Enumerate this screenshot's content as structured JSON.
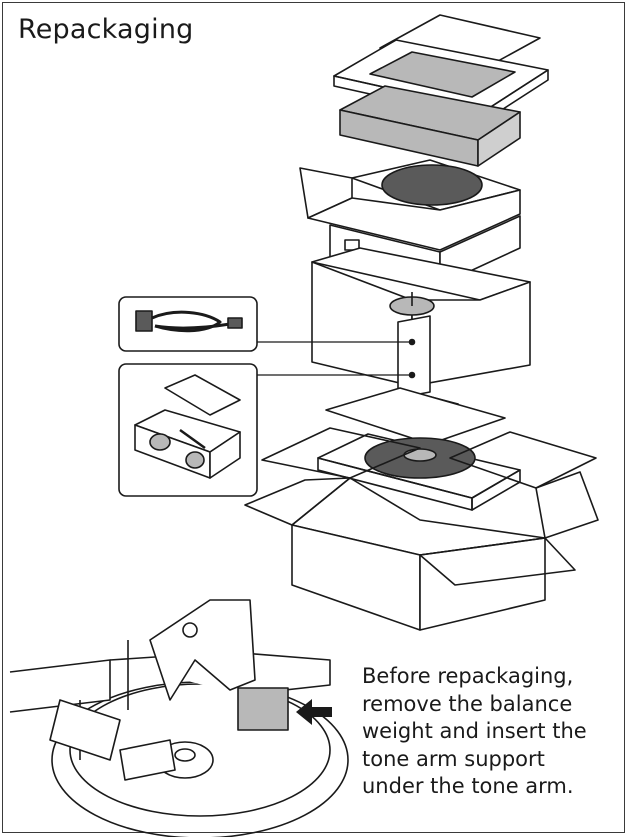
{
  "title": "Repackaging",
  "note_lines": [
    "Before repackaging,",
    "remove the balance",
    "weight and insert the",
    "tone arm support",
    "under the tone arm."
  ],
  "colors": {
    "ink": "#1a1a1a",
    "gray_fill": "#b8b8b8",
    "dark_fill": "#5a5a5a"
  },
  "icons": [
    "arrow-right-icon"
  ]
}
